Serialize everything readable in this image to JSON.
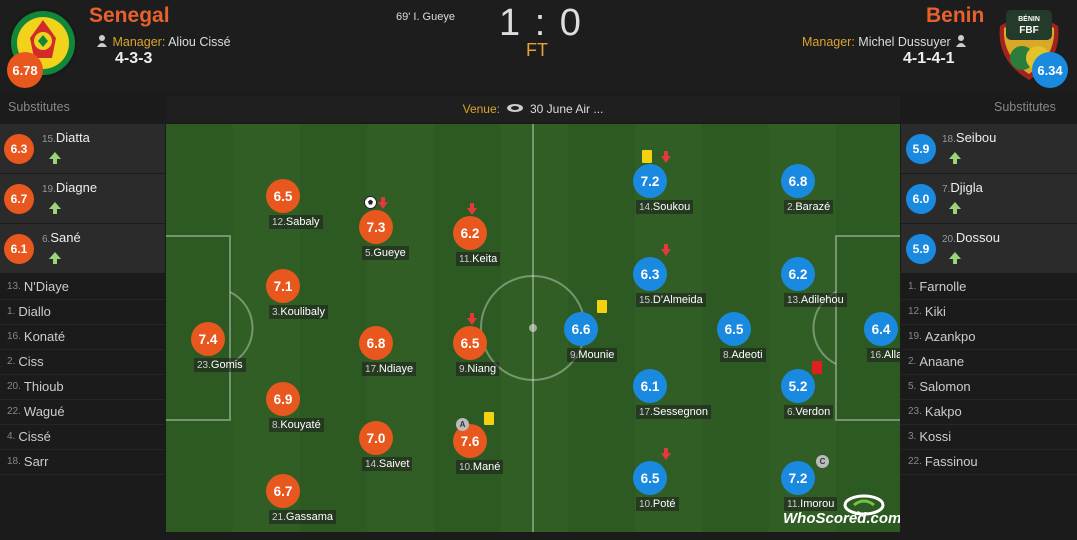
{
  "home": {
    "name": "Senegal",
    "manager_label": "Manager:",
    "manager": "Aliou Cissé",
    "formation": "4-3-3",
    "rating": "6.78",
    "color": "#e8571e"
  },
  "away": {
    "name": "Benin",
    "manager_label": "Manager:",
    "manager": "Michel Dussuyer",
    "formation": "4-1-4-1",
    "rating": "6.34",
    "color": "#1a8ae0",
    "crest_text_top": "BÉNIN",
    "crest_text": "FBF"
  },
  "match": {
    "score": "1 : 0",
    "status": "FT",
    "goal_event": "69' I. Gueye"
  },
  "venue": {
    "label": "Venue:",
    "value": "30 June Air ..."
  },
  "substitutes_label": "Substitutes",
  "home_subs": [
    {
      "num": "15.",
      "name": "Diatta",
      "rating": "6.3"
    },
    {
      "num": "19.",
      "name": "Diagne",
      "rating": "6.7"
    },
    {
      "num": "6.",
      "name": "Sané",
      "rating": "6.1"
    }
  ],
  "home_bench": [
    {
      "num": "13.",
      "name": "N'Diaye"
    },
    {
      "num": "1.",
      "name": "Diallo"
    },
    {
      "num": "16.",
      "name": "Konaté"
    },
    {
      "num": "2.",
      "name": "Ciss"
    },
    {
      "num": "20.",
      "name": "Thioub"
    },
    {
      "num": "22.",
      "name": "Wagué"
    },
    {
      "num": "4.",
      "name": "Cissé"
    },
    {
      "num": "18.",
      "name": "Sarr"
    }
  ],
  "away_subs": [
    {
      "num": "18.",
      "name": "Seibou",
      "rating": "5.9"
    },
    {
      "num": "7.",
      "name": "Djigla",
      "rating": "6.0"
    },
    {
      "num": "20.",
      "name": "Dossou",
      "rating": "5.9"
    }
  ],
  "away_bench": [
    {
      "num": "1.",
      "name": "Farnolle"
    },
    {
      "num": "12.",
      "name": "Kiki"
    },
    {
      "num": "19.",
      "name": "Azankpo"
    },
    {
      "num": "2.",
      "name": "Anaane"
    },
    {
      "num": "5.",
      "name": "Salomon"
    },
    {
      "num": "23.",
      "name": "Kakpo"
    },
    {
      "num": "3.",
      "name": "Kossi"
    },
    {
      "num": "22.",
      "name": "Fassinou"
    }
  ],
  "home_players": [
    {
      "num": "23.",
      "name": "Gomis",
      "rating": "7.4"
    },
    {
      "num": "12.",
      "name": "Sabaly",
      "rating": "6.5"
    },
    {
      "num": "3.",
      "name": "Koulibaly",
      "rating": "7.1"
    },
    {
      "num": "8.",
      "name": "Kouyaté",
      "rating": "6.9"
    },
    {
      "num": "21.",
      "name": "Gassama",
      "rating": "6.7"
    },
    {
      "num": "5.",
      "name": "Gueye",
      "rating": "7.3"
    },
    {
      "num": "17.",
      "name": "Ndiaye",
      "rating": "6.8"
    },
    {
      "num": "14.",
      "name": "Saivet",
      "rating": "7.0"
    },
    {
      "num": "11.",
      "name": "Keita",
      "rating": "6.2"
    },
    {
      "num": "9.",
      "name": "Niang",
      "rating": "6.5"
    },
    {
      "num": "10.",
      "name": "Mané",
      "rating": "7.6"
    }
  ],
  "away_players": [
    {
      "num": "14.",
      "name": "Soukou",
      "rating": "7.2"
    },
    {
      "num": "2.",
      "name": "Barazé",
      "rating": "6.8"
    },
    {
      "num": "15.",
      "name": "D'Almeida",
      "rating": "6.3"
    },
    {
      "num": "13.",
      "name": "Adilehou",
      "rating": "6.2"
    },
    {
      "num": "9.",
      "name": "Mounie",
      "rating": "6.6"
    },
    {
      "num": "8.",
      "name": "Adeoti",
      "rating": "6.5"
    },
    {
      "num": "16.",
      "name": "Allagbe",
      "rating": "6.4"
    },
    {
      "num": "17.",
      "name": "Sessegnon",
      "rating": "6.1"
    },
    {
      "num": "6.",
      "name": "Verdon",
      "rating": "5.2"
    },
    {
      "num": "10.",
      "name": "Poté",
      "rating": "6.5"
    },
    {
      "num": "11.",
      "name": "Imorou",
      "rating": "7.2"
    }
  ],
  "badges": {
    "captain": "C",
    "assist": "A"
  },
  "brand": "WhoScored.com"
}
